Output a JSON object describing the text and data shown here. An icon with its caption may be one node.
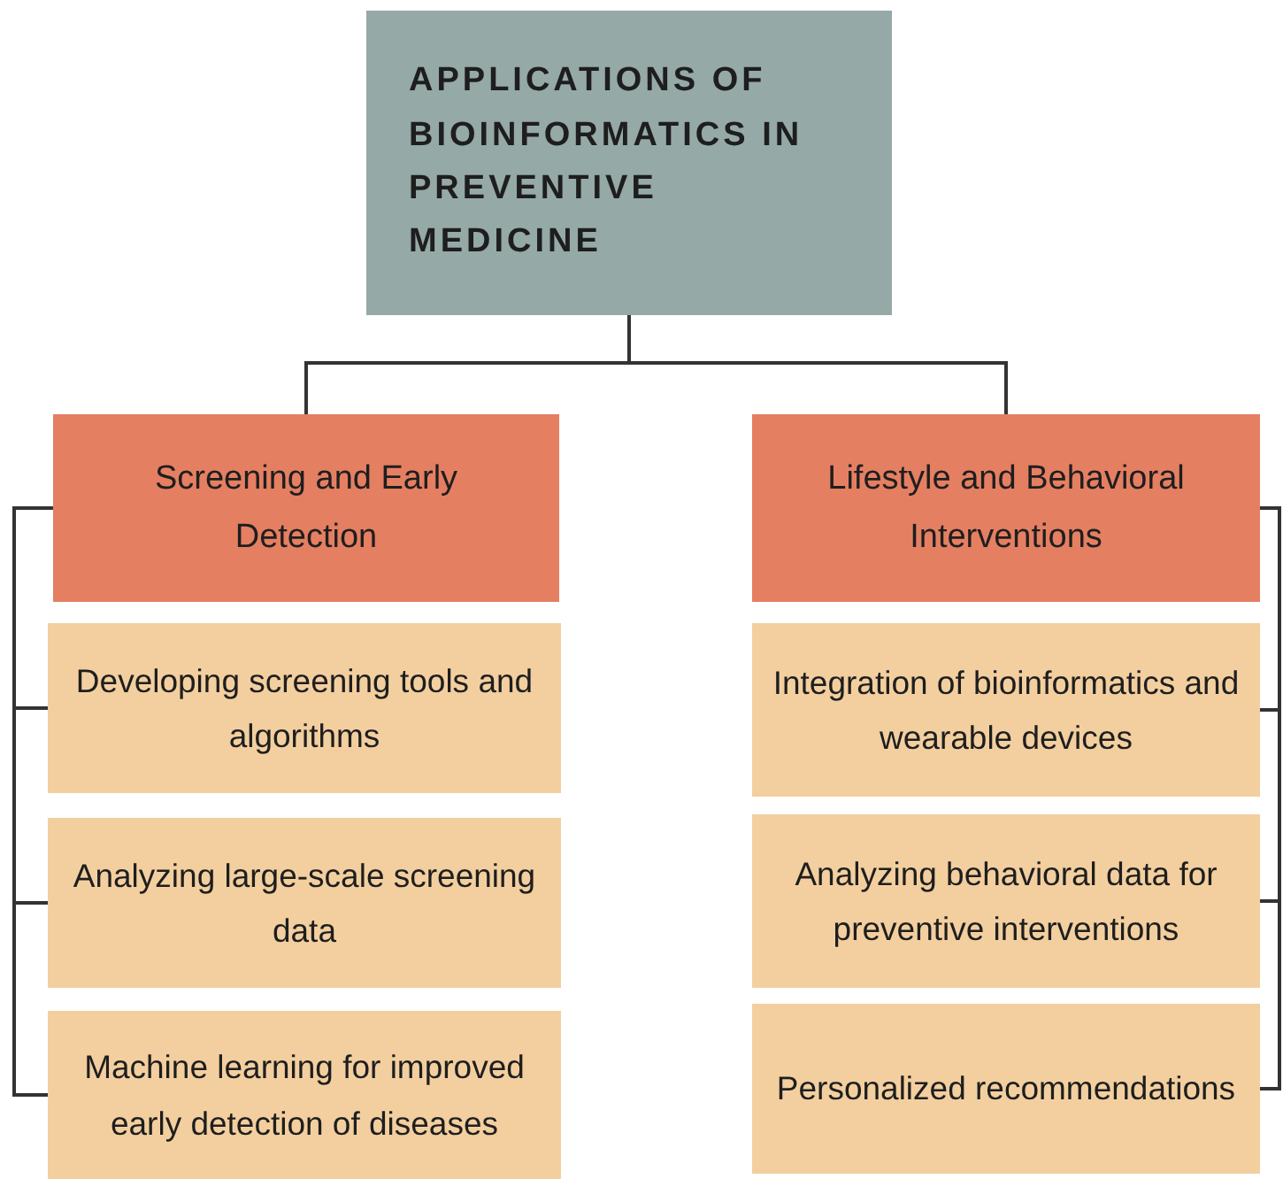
{
  "diagram": {
    "nodes": [
      {
        "text": [
          "APPLICATIONS OF BIOINFORMATICS IN PREVENTIVE MEDICINE"
        ]
      },
      {
        "text": [
          "Screening and Early Detection"
        ]
      },
      {
        "text": [
          "Developing screening tools and algorithms"
        ]
      },
      {
        "text": [
          "Analyzing large-scale screening data"
        ]
      },
      {
        "text": [
          "Machine learning for improved early detection of diseases"
        ]
      },
      {
        "text": [
          "Lifestyle and Behavioral Interventions"
        ]
      },
      {
        "text": [
          "Integration of bioinformatics and wearable devices"
        ]
      },
      {
        "text": [
          "Analyzing behavioral data for preventive interventions"
        ]
      },
      {
        "text": [
          "Personalized recommendations"
        ]
      }
    ],
    "edges": [
      {
        "from": 0,
        "to": 1,
        "arrow": "none"
      },
      {
        "from": 0,
        "to": 5,
        "arrow": "none"
      },
      {
        "from": 1,
        "to": 2,
        "arrow": "none"
      },
      {
        "from": 1,
        "to": 3,
        "arrow": "none"
      },
      {
        "from": 1,
        "to": 4,
        "arrow": "none"
      },
      {
        "from": 5,
        "to": 6,
        "arrow": "none"
      },
      {
        "from": 5,
        "to": 7,
        "arrow": "none"
      },
      {
        "from": 5,
        "to": 8,
        "arrow": "none"
      }
    ]
  }
}
